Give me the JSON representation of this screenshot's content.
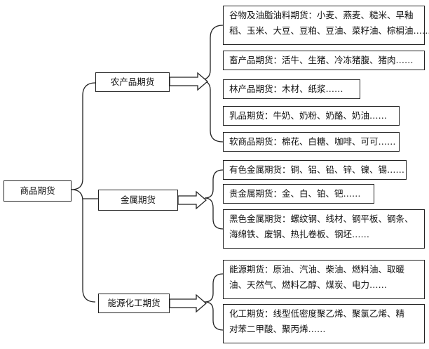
{
  "root": {
    "label": "商品期货"
  },
  "categories": [
    {
      "label": "农产品期货",
      "items": [
        {
          "lines": [
            "谷物及油脂油料期货：小麦、燕麦、糙米、早釉",
            "稻、玉米、大豆、豆粕、豆油、菜籽油、棕榈油……"
          ]
        },
        {
          "lines": [
            "畜产品期货：活牛、生猪、冷冻猪腹、猪肉……"
          ]
        },
        {
          "lines": [
            "林产品期货：木材、纸浆……"
          ]
        },
        {
          "lines": [
            "乳品期货：牛奶、奶粉、奶酪、奶油……"
          ]
        },
        {
          "lines": [
            "软商品期货：棉花、白糖、咖啡、可可……"
          ]
        }
      ]
    },
    {
      "label": "金属期货",
      "items": [
        {
          "lines": [
            "有色金属期货：铜、铝、铅、锌、镍、锡……"
          ]
        },
        {
          "lines": [
            "贵金属期货：金、白、铂、钯……"
          ]
        },
        {
          "lines": [
            "黑色金属期货：螺纹钢、线材、钢平板、钢条、",
            "海绵铁、废钢、热扎卷板、钢坯……"
          ]
        }
      ]
    },
    {
      "label": "能源化工期货",
      "items": [
        {
          "lines": [
            "能源期货：原油、汽油、柴油、燃料油、取暖",
            "油、天然气、燃料乙醇、煤炭、电力……"
          ]
        },
        {
          "lines": [
            "化工期货：线型低密度聚乙烯、聚氯乙烯、精",
            "对苯二甲酸、聚丙烯……"
          ]
        }
      ]
    }
  ]
}
